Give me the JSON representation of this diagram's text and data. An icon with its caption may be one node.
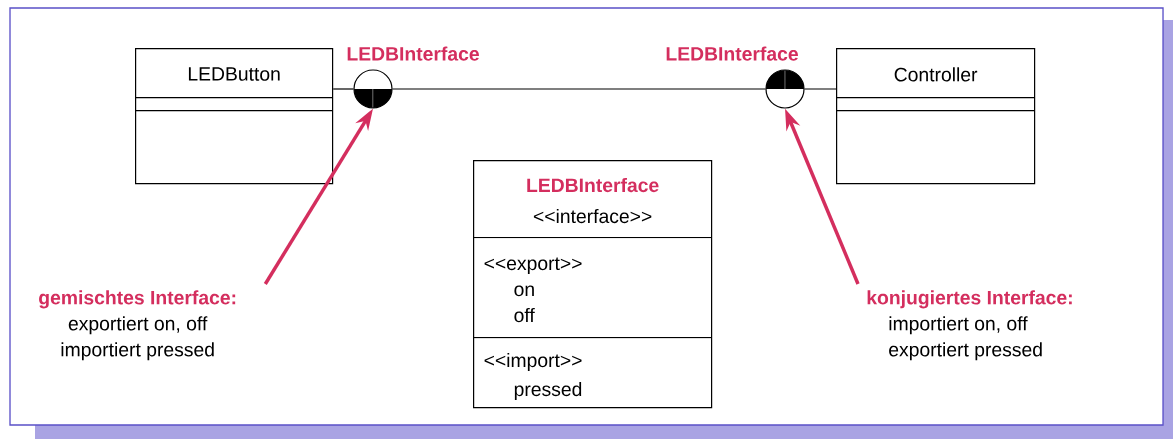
{
  "diagram": {
    "nodes": [
      {
        "text": [
          "LEDButton"
        ]
      },
      {
        "text": [
          "LEDBInterface"
        ]
      },
      {
        "text": [
          "LEDBInterface"
        ]
      },
      {
        "text": [
          "Controller"
        ]
      },
      {
        "text": [
          "LEDBInterface",
          "<<interface>>",
          "<<export>>",
          "on",
          "off",
          "<<import>>",
          "pressed"
        ]
      },
      {
        "text": [
          "gemischtes Interface:",
          "exportiert on, off",
          "importiert pressed"
        ]
      },
      {
        "text": [
          "konjugiertes Interface:",
          "importiert on, off",
          "exportiert pressed"
        ]
      }
    ],
    "edges": [
      {
        "from": 0,
        "to": 1,
        "arrow": "none"
      },
      {
        "from": 1,
        "to": 2,
        "arrow": "none"
      },
      {
        "from": 2,
        "to": 3,
        "arrow": "none"
      },
      {
        "from": 5,
        "to": 1,
        "arrow": "to",
        "style": "thick",
        "color": "#d42e5e"
      },
      {
        "from": 6,
        "to": 2,
        "arrow": "to",
        "style": "thick",
        "color": "#d42e5e"
      }
    ]
  }
}
